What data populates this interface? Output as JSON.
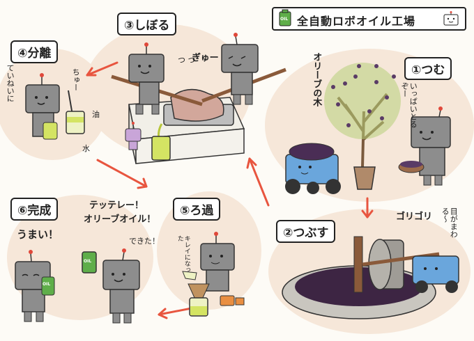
{
  "title": "全自動ロボオイル工場",
  "title_can_label": "OIL",
  "steps": [
    {
      "label": "①つむ"
    },
    {
      "label": "②つぶす"
    },
    {
      "label": "③しぼる"
    },
    {
      "label": "④分離"
    },
    {
      "label": "⑤ろ過"
    },
    {
      "label": "⑥完成"
    }
  ],
  "texts": {
    "olive_tree": "オリーブの木",
    "ippai": "いっぱいとるぞー",
    "gorigori": "ゴリゴリ",
    "mawaru": "目がまわる〜",
    "tsutsu": "つ つ",
    "gyu": "ぎゅー",
    "teinei": "ていねいに",
    "chu": "ちゅー",
    "oil": "油",
    "water": "水",
    "kirei": "キレイになった",
    "tettere": "テッテレー！",
    "olive_oil": "オリーブオイル！",
    "dekita": "できた！",
    "umai": "うまい！",
    "can_label": "OIL",
    "bottle_label": "OIL"
  }
}
